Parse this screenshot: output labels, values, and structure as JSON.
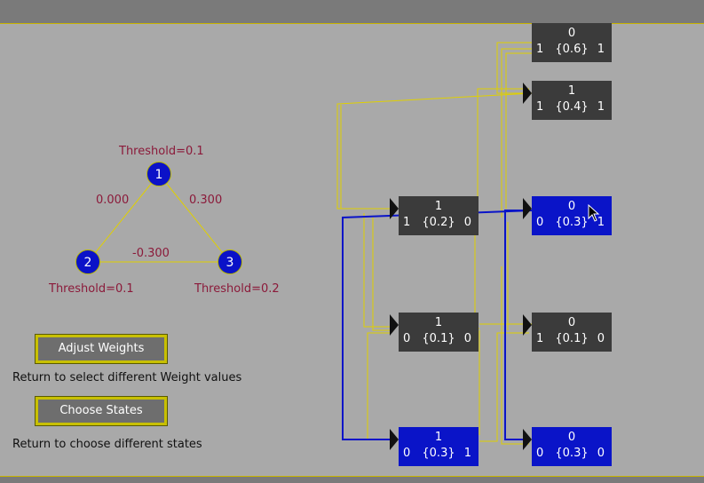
{
  "network": {
    "nodes": [
      {
        "id": "1",
        "threshold": "Threshold=0.1"
      },
      {
        "id": "2",
        "threshold": "Threshold=0.1"
      },
      {
        "id": "3",
        "threshold": "Threshold=0.2"
      }
    ],
    "weights": {
      "w12": "0.000",
      "w13": "0.300",
      "w23": "-0.300"
    }
  },
  "buttons": {
    "adjust_weights": "Adjust Weights",
    "choose_states": "Choose States"
  },
  "hints": {
    "adjust": "Return to select different Weight values",
    "choose": "Return to choose different states"
  },
  "states": [
    {
      "top": "0",
      "left": "1",
      "prob": "{0.6}",
      "right": "1",
      "active": false
    },
    {
      "top": "1",
      "left": "1",
      "prob": "{0.4}",
      "right": "1",
      "active": false
    },
    {
      "top": "1",
      "left": "1",
      "prob": "{0.2}",
      "right": "0",
      "active": false
    },
    {
      "top": "0",
      "left": "0",
      "prob": "{0.3}",
      "right": "1",
      "active": true
    },
    {
      "top": "1",
      "left": "0",
      "prob": "{0.1}",
      "right": "0",
      "active": false
    },
    {
      "top": "0",
      "left": "1",
      "prob": "{0.1}",
      "right": "0",
      "active": false
    },
    {
      "top": "1",
      "left": "0",
      "prob": "{0.3}",
      "right": "1",
      "active": true
    },
    {
      "top": "0",
      "left": "0",
      "prob": "{0.3}",
      "right": "0",
      "active": true
    }
  ],
  "colors": {
    "background": "#a9a9a9",
    "node": "#0b12c8",
    "state_inactive": "#3b3b3b",
    "state_active": "#0a14c8",
    "wire_yellow": "#e0d000",
    "wire_blue": "#0a14c8",
    "label_text": "#8b1a3a"
  }
}
